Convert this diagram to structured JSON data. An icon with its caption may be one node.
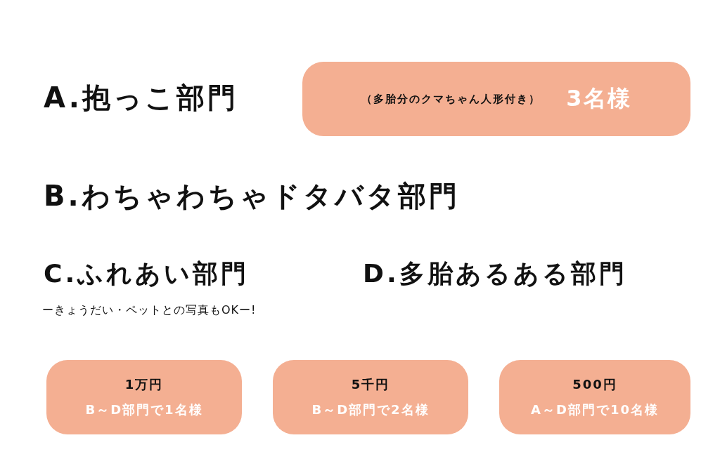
{
  "diagram": {
    "nodes": [
      {
        "text": [
          "（多胎分のクマちゃん人形付き）",
          "3名様"
        ]
      },
      {
        "text": [
          "1万円",
          "B～D部門で1名様"
        ]
      },
      {
        "text": [
          "5千円",
          "B～D部門で2名様"
        ]
      },
      {
        "text": [
          "500円",
          "A～D部門で10名様"
        ]
      }
    ],
    "labels": [
      "A.抱っこ部門",
      "B.わちゃわちゃドタバタ部門",
      "C.ふれあい部門",
      "D.多胎あるある部門",
      "ーきょうだい・ペットとの写真もOKー!"
    ]
  }
}
